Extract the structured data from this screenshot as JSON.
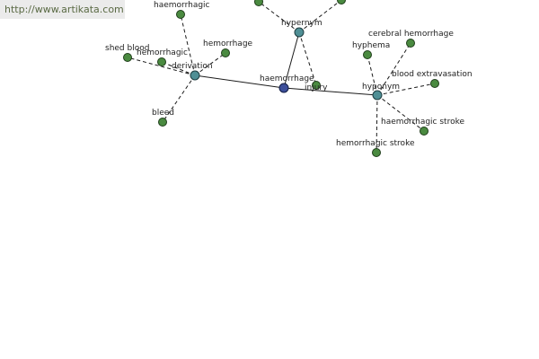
{
  "watermark": "http://www.artikata.com",
  "root": {
    "id": "root",
    "label": "haemorrhage"
  },
  "relations": [
    {
      "id": "derivation",
      "label": "derivation"
    },
    {
      "id": "hypernym",
      "label": "hypernym"
    },
    {
      "id": "hyponym",
      "label": "hyponym"
    }
  ],
  "terms": [
    {
      "id": "t1",
      "relation": "derivation",
      "label": "haemorrhagic"
    },
    {
      "id": "t2",
      "relation": "derivation",
      "label": "shed blood"
    },
    {
      "id": "t3",
      "relation": "derivation",
      "label": "hemorrhagic"
    },
    {
      "id": "t4",
      "relation": "derivation",
      "label": "hemorrhage"
    },
    {
      "id": "t5",
      "relation": "derivation",
      "label": "bleed"
    },
    {
      "id": "t6",
      "relation": "hypernym",
      "label": ""
    },
    {
      "id": "t7",
      "relation": "hypernym",
      "label": ""
    },
    {
      "id": "t8",
      "relation": "hypernym",
      "label": "injury"
    },
    {
      "id": "t9",
      "relation": "hyponym",
      "label": "hyphema"
    },
    {
      "id": "t10",
      "relation": "hyponym",
      "label": "cerebral hemorrhage"
    },
    {
      "id": "t11",
      "relation": "hyponym",
      "label": "blood extravasation"
    },
    {
      "id": "t12",
      "relation": "hyponym",
      "label": "haemorrhagic stroke"
    },
    {
      "id": "t13",
      "relation": "hyponym",
      "label": "hemorrhagic stroke"
    }
  ],
  "colors": {
    "leaf": "#4a8a40",
    "relation": "#4f8f95",
    "root": "#3d4f9a",
    "edge": "#1b1b1b"
  }
}
